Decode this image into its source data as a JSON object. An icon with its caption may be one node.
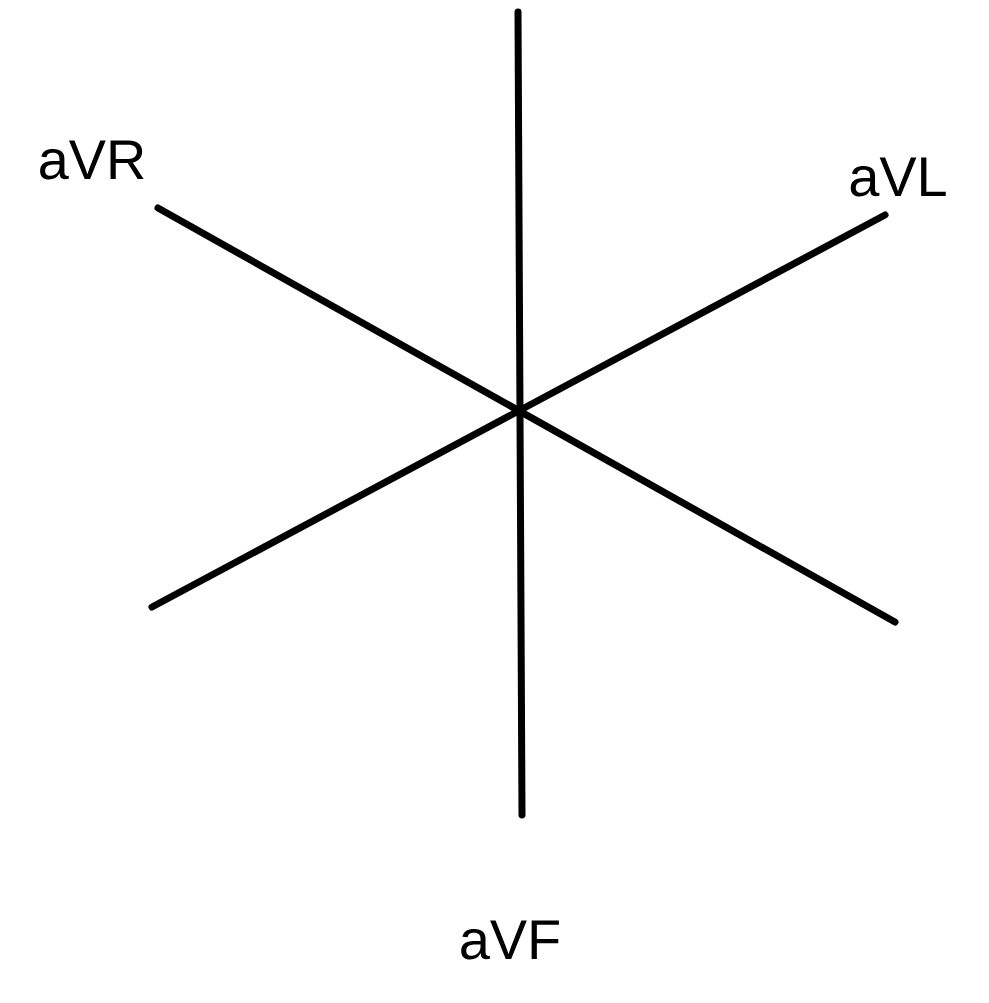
{
  "diagram": {
    "labels": [
      "aVR",
      "aVL",
      "aVF"
    ]
  }
}
